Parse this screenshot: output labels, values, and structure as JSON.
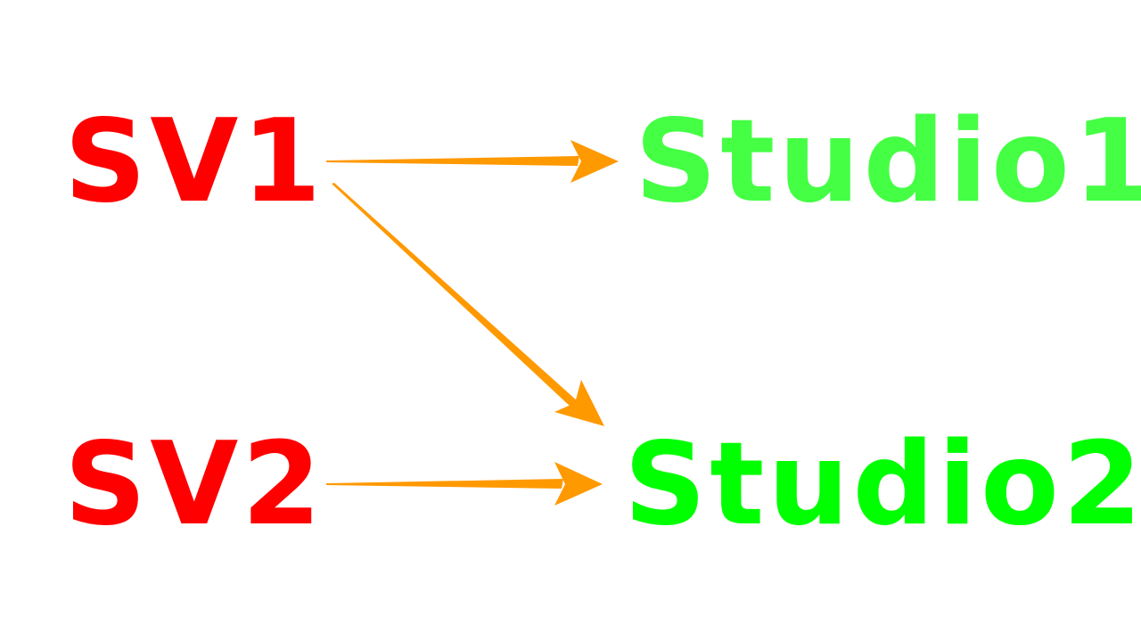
{
  "nodes": {
    "sv1": {
      "label": "SV1",
      "color": "#ff0000"
    },
    "sv2": {
      "label": "SV2",
      "color": "#ff0000"
    },
    "studio1": {
      "label": "Studio1",
      "color": "#44ff44"
    },
    "studio2": {
      "label": "Studio2",
      "color": "#00ff00"
    }
  },
  "edges": [
    {
      "from": "SV1",
      "to": "Studio1"
    },
    {
      "from": "SV1",
      "to": "Studio2"
    },
    {
      "from": "SV2",
      "to": "Studio2"
    }
  ],
  "arrow_color": "#ff9900"
}
